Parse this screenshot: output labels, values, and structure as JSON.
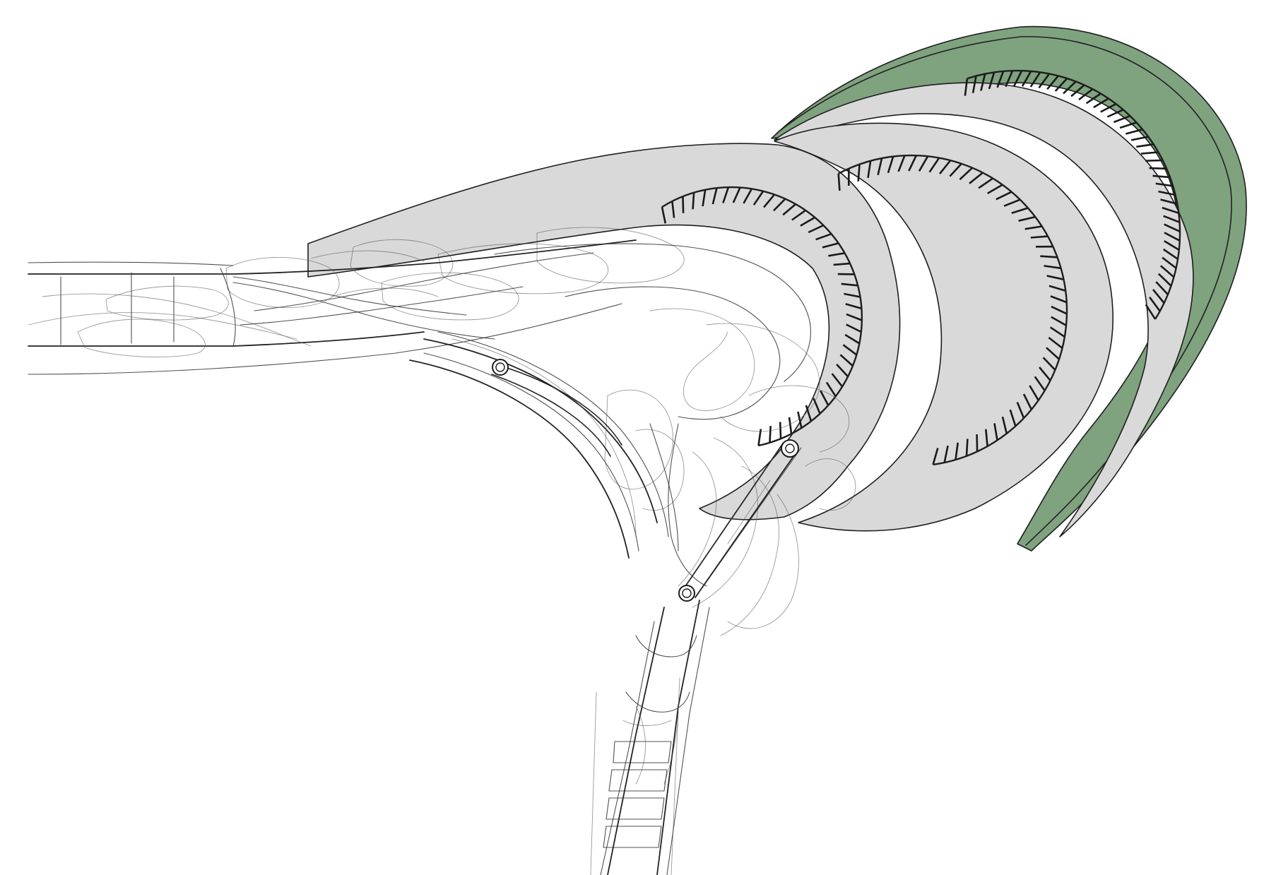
{
  "figure": {
    "kind": "architectural-motion-study-sketch",
    "background_color": "#ffffff",
    "colors": {
      "shell_fill": "#d9d9d9",
      "outer_shell_accent": "#7fa27f",
      "line_ink": "#1e1e1e"
    },
    "elements": {
      "shells": [
        "shell-small",
        "shell-middle",
        "shell-large",
        "shell-outer"
      ],
      "hatch_rows": [
        "hatch-small",
        "hatch-middle",
        "hatch-large"
      ],
      "joints": [
        "joint-upper",
        "joint-right",
        "joint-lower"
      ],
      "arm_segments": [
        "horizontal-beam",
        "curved-arm",
        "lower-column"
      ]
    }
  }
}
